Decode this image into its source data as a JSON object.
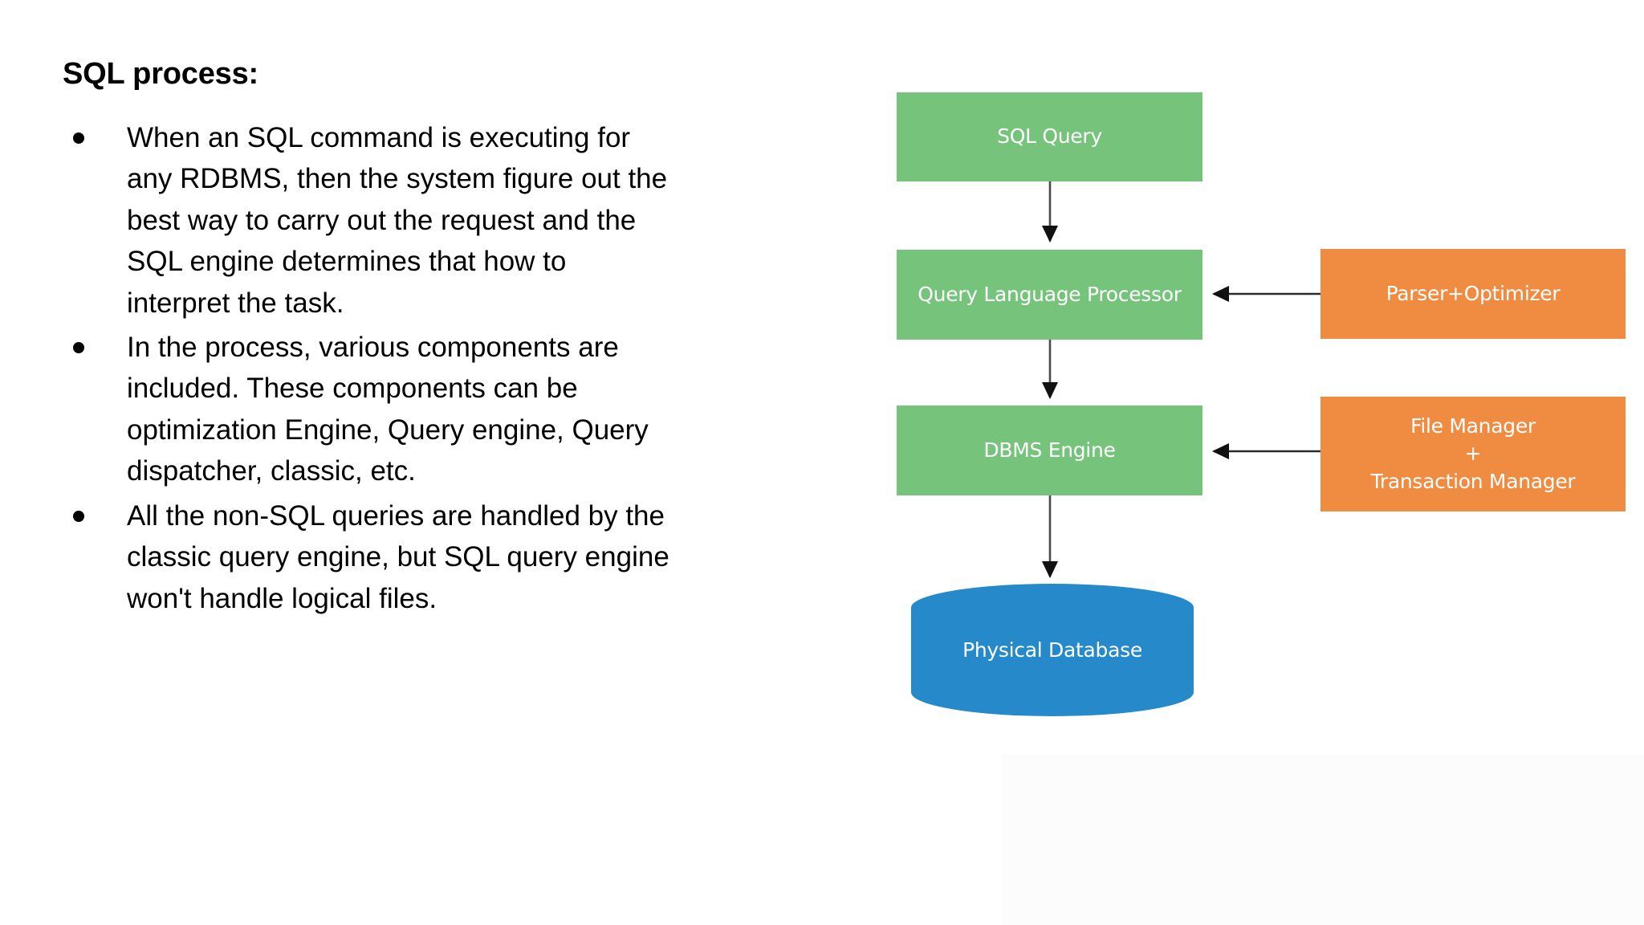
{
  "slide": {
    "title": "SQL process:",
    "bullets": [
      "When an SQL command is executing for any RDBMS, then the system figure out the best way to carry out the request and the SQL engine determines that how to interpret the task.",
      "In the process, various components are included. These components can be optimization Engine, Query engine, Query dispatcher, classic, etc.",
      "All the non-SQL queries are handled by the classic query engine, but SQL query engine won't handle logical files."
    ]
  },
  "diagram": {
    "nodes": {
      "sql_query": "SQL Query",
      "query_language_processor": "Query Language Processor",
      "dbms_engine": "DBMS Engine",
      "physical_database": "Physical Database",
      "parser_optimizer": "Parser+Optimizer",
      "file_transaction_manager_line1": "File Manager",
      "file_transaction_manager_line2": "+",
      "file_transaction_manager_line3": "Transaction Manager"
    },
    "colors": {
      "green": "#76c47c",
      "orange": "#f08b42",
      "blue": "#2589ca",
      "arrow": "#3f3f3f",
      "text_on_node": "#ffffff",
      "body_text": "#000000"
    }
  }
}
